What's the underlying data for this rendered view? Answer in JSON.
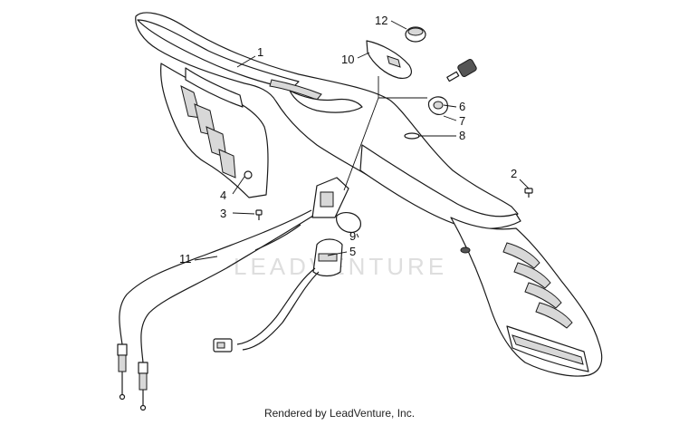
{
  "diagram": {
    "callouts": {
      "c1": "1",
      "c2": "2",
      "c3": "3",
      "c4": "4",
      "c5": "5",
      "c6": "6",
      "c7": "7",
      "c8": "8",
      "c9": "9",
      "c10": "10",
      "c11": "11",
      "c12": "12"
    },
    "watermark": "LEADVENTURE",
    "credit": "Rendered by LeadVenture, Inc."
  }
}
